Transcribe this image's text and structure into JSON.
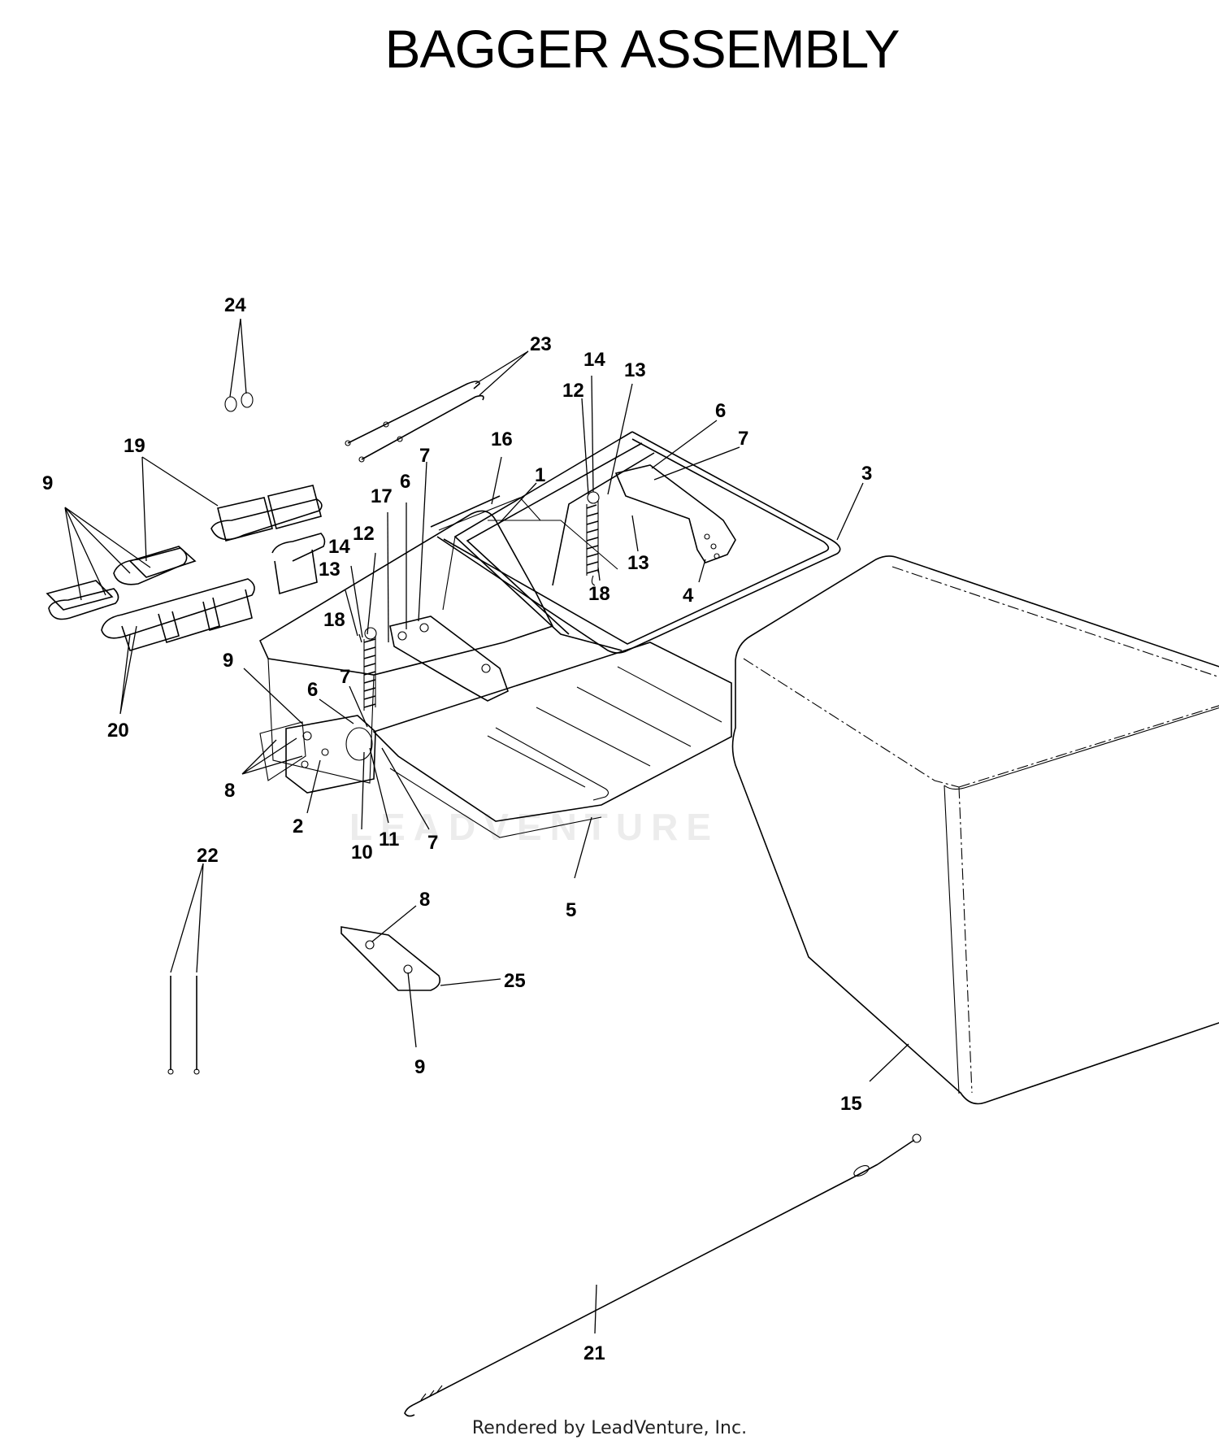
{
  "title": "BAGGER ASSEMBLY",
  "footer": "Rendered by LeadVenture, Inc.",
  "watermark": "LEADVENTURE",
  "callouts": [
    {
      "label": "24"
    },
    {
      "label": "23"
    },
    {
      "label": "14"
    },
    {
      "label": "13"
    },
    {
      "label": "12"
    },
    {
      "label": "6"
    },
    {
      "label": "7"
    },
    {
      "label": "19"
    },
    {
      "label": "16"
    },
    {
      "label": "7"
    },
    {
      "label": "1"
    },
    {
      "label": "3"
    },
    {
      "label": "9"
    },
    {
      "label": "6"
    },
    {
      "label": "17"
    },
    {
      "label": "13"
    },
    {
      "label": "18"
    },
    {
      "label": "4"
    },
    {
      "label": "12"
    },
    {
      "label": "14"
    },
    {
      "label": "13"
    },
    {
      "label": "18"
    },
    {
      "label": "9"
    },
    {
      "label": "7"
    },
    {
      "label": "6"
    },
    {
      "label": "20"
    },
    {
      "label": "8"
    },
    {
      "label": "2"
    },
    {
      "label": "11"
    },
    {
      "label": "7"
    },
    {
      "label": "10"
    },
    {
      "label": "22"
    },
    {
      "label": "5"
    },
    {
      "label": "8"
    },
    {
      "label": "25"
    },
    {
      "label": "9"
    },
    {
      "label": "15"
    },
    {
      "label": "21"
    }
  ]
}
